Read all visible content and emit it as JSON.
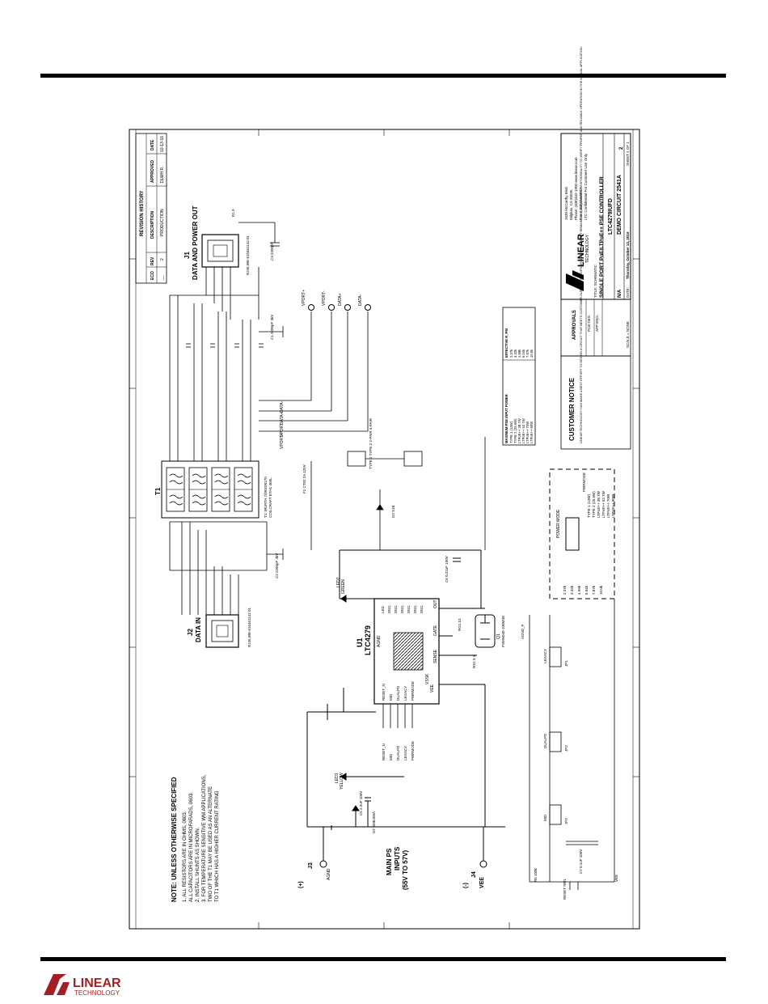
{
  "notes": {
    "title": "NOTE: UNLESS OTHERWISE SPECIFIED",
    "lines": [
      "1.  ALL RESISTORS ARE IN OHMS, 0603.",
      "     ALL CAPACITORS ARE IN MICROFARADS, 0603.",
      "2.  INSTALL SHUNTS AS SHOWN.",
      "3.  FOR TEMPERATURE SENSITIVE WM APPLICATIONS,",
      "     TWO OF THE T1 MAY BE USED AS AN ALTERNATE",
      "     TO T1 WHICH HAS A HIGHER CURRENT RATING"
    ]
  },
  "inputs": {
    "j3_label": "J3",
    "plus": "(+)",
    "agnd": "AGND",
    "main_ps": "MAIN PS",
    "inputs": "INPUTS",
    "range": "(55V TO 57V)",
    "j4_label": "J4",
    "minus": "(-)",
    "vee": "VEE"
  },
  "connectors": {
    "j2_ref": "J2",
    "j2_title": "DATA IN",
    "j2_part": "RJ45,WE-615461142 01",
    "j1_ref": "J1",
    "j1_title": "DATA AND POWER OUT",
    "j1_part": "RJ45,WE-615461142 01"
  },
  "transformer": {
    "ref": "T1",
    "part": "T1: WURTH 7490100170",
    "alt": "COILCRAFT ETH1-460L"
  },
  "ic": {
    "ref": "U1",
    "part": "LTC4279",
    "left_pins": [
      "RESET_N",
      "MID",
      "DUALPD",
      "LEGACY",
      "PWRMODE"
    ],
    "top_pins": [
      "LED",
      "DNC",
      "DNC",
      "DNC",
      "DNC",
      "DNC",
      "DNC"
    ],
    "bottom_pins": [
      "AGND",
      "SENSE",
      "GATE",
      "OUT"
    ],
    "right_pins": [
      "VSSK",
      "VEE",
      "VEE"
    ]
  },
  "mosfet": {
    "ref": "Q1",
    "part": "PSMN040-100MSE"
  },
  "leds": [
    {
      "ref": "LED1",
      "color": "YELLOW"
    },
    {
      "ref": "LED2",
      "color": "GREEN"
    }
  ],
  "ports": [
    "VPORT+",
    "VPORT-",
    "DATA+",
    "DATA-"
  ],
  "power_table": {
    "headers": [
      "MAXIMUM PSE INPUT POWER",
      "EFFECTIVE R_PM"
    ],
    "rows": [
      [
        "TYPE 1 (13W)",
        "2.37k"
      ],
      [
        "TYPE 2 (25.5W)",
        "3.32k"
      ],
      [
        "LTPoE++ 38.7W",
        "4.99k"
      ],
      [
        "LTPoE++ 52.7W",
        "6.04k"
      ],
      [
        "LTPoE++ 70W",
        "7.87k"
      ],
      [
        "LTPoE++ 90W",
        "10.0k"
      ]
    ]
  },
  "pwrmode": {
    "title": "POWER MODE",
    "options": [
      "TYPE 1 (13W)",
      "TYPE 2 (25.5W)",
      "LTPoE++ 38.7W",
      "LTPoE++ 52.7W",
      "LTPoE++ 70W",
      "LTPoE++ 90W"
    ]
  },
  "jumpers": [
    {
      "ref": "JP1",
      "label": "LEGACY"
    },
    {
      "ref": "JP2",
      "label": "DUALPD"
    },
    {
      "ref": "JP3",
      "label": "MID"
    }
  ],
  "revision": {
    "title": "REVISION HISTORY",
    "headers": [
      "ECO",
      "REV",
      "DESCRIPTION",
      "APPROVED",
      "DATE"
    ],
    "row": [
      "__",
      "2",
      "PRODUCTION",
      "DLMH R.",
      "10-13-16"
    ]
  },
  "customer_notice": {
    "title": "CUSTOMER NOTICE",
    "text": "LINEAR TECHNOLOGY HAS MADE A BEST EFFORT TO DESIGN A CIRCUIT THAT MEETS CUSTOMER-SUPPLIED SPECIFICATIONS; HOWEVER, IT REMAINS THE CUSTOMER'S RESPONSIBILITY TO VERIFY PROPER AND RELIABLE OPERATION IN THE ACTUAL APPLICATION."
  },
  "approvals": {
    "title": "APPROVALS",
    "pcb_des": "PCB DES.",
    "app_eng": "APP ENG."
  },
  "title_block": {
    "company": "LINEAR TECHNOLOGY",
    "address": "1630 McCarthy Blvd.",
    "city": "Milpitas, CA 95035",
    "phone": "Phone: (408)432-1900   www.linear.com",
    "fax": "Fax: (408)434-0507",
    "confidential": "LTC Confidential-For Customer Use Only",
    "title_label": "TITLE: SCHEMATIC",
    "title": "SINGLE PORT PoE/LTPoE++ PSE CONTROLLER",
    "ic_no": "LTC4279IUFD",
    "board": "DEMO CIRCUIT 2541A",
    "size": "N/A",
    "rev": "2",
    "date_label": "DATE:",
    "date": "Thursday, October 13, 2016",
    "sheet": "SHEET  1   OF  1",
    "scale": "SCALE = NONE"
  },
  "footer": {
    "brand": "LINEAR",
    "sub": "TECHNOLOGY"
  },
  "colors": {
    "ink": "#000000",
    "paper": "#ffffff",
    "hatch": "#444444"
  }
}
